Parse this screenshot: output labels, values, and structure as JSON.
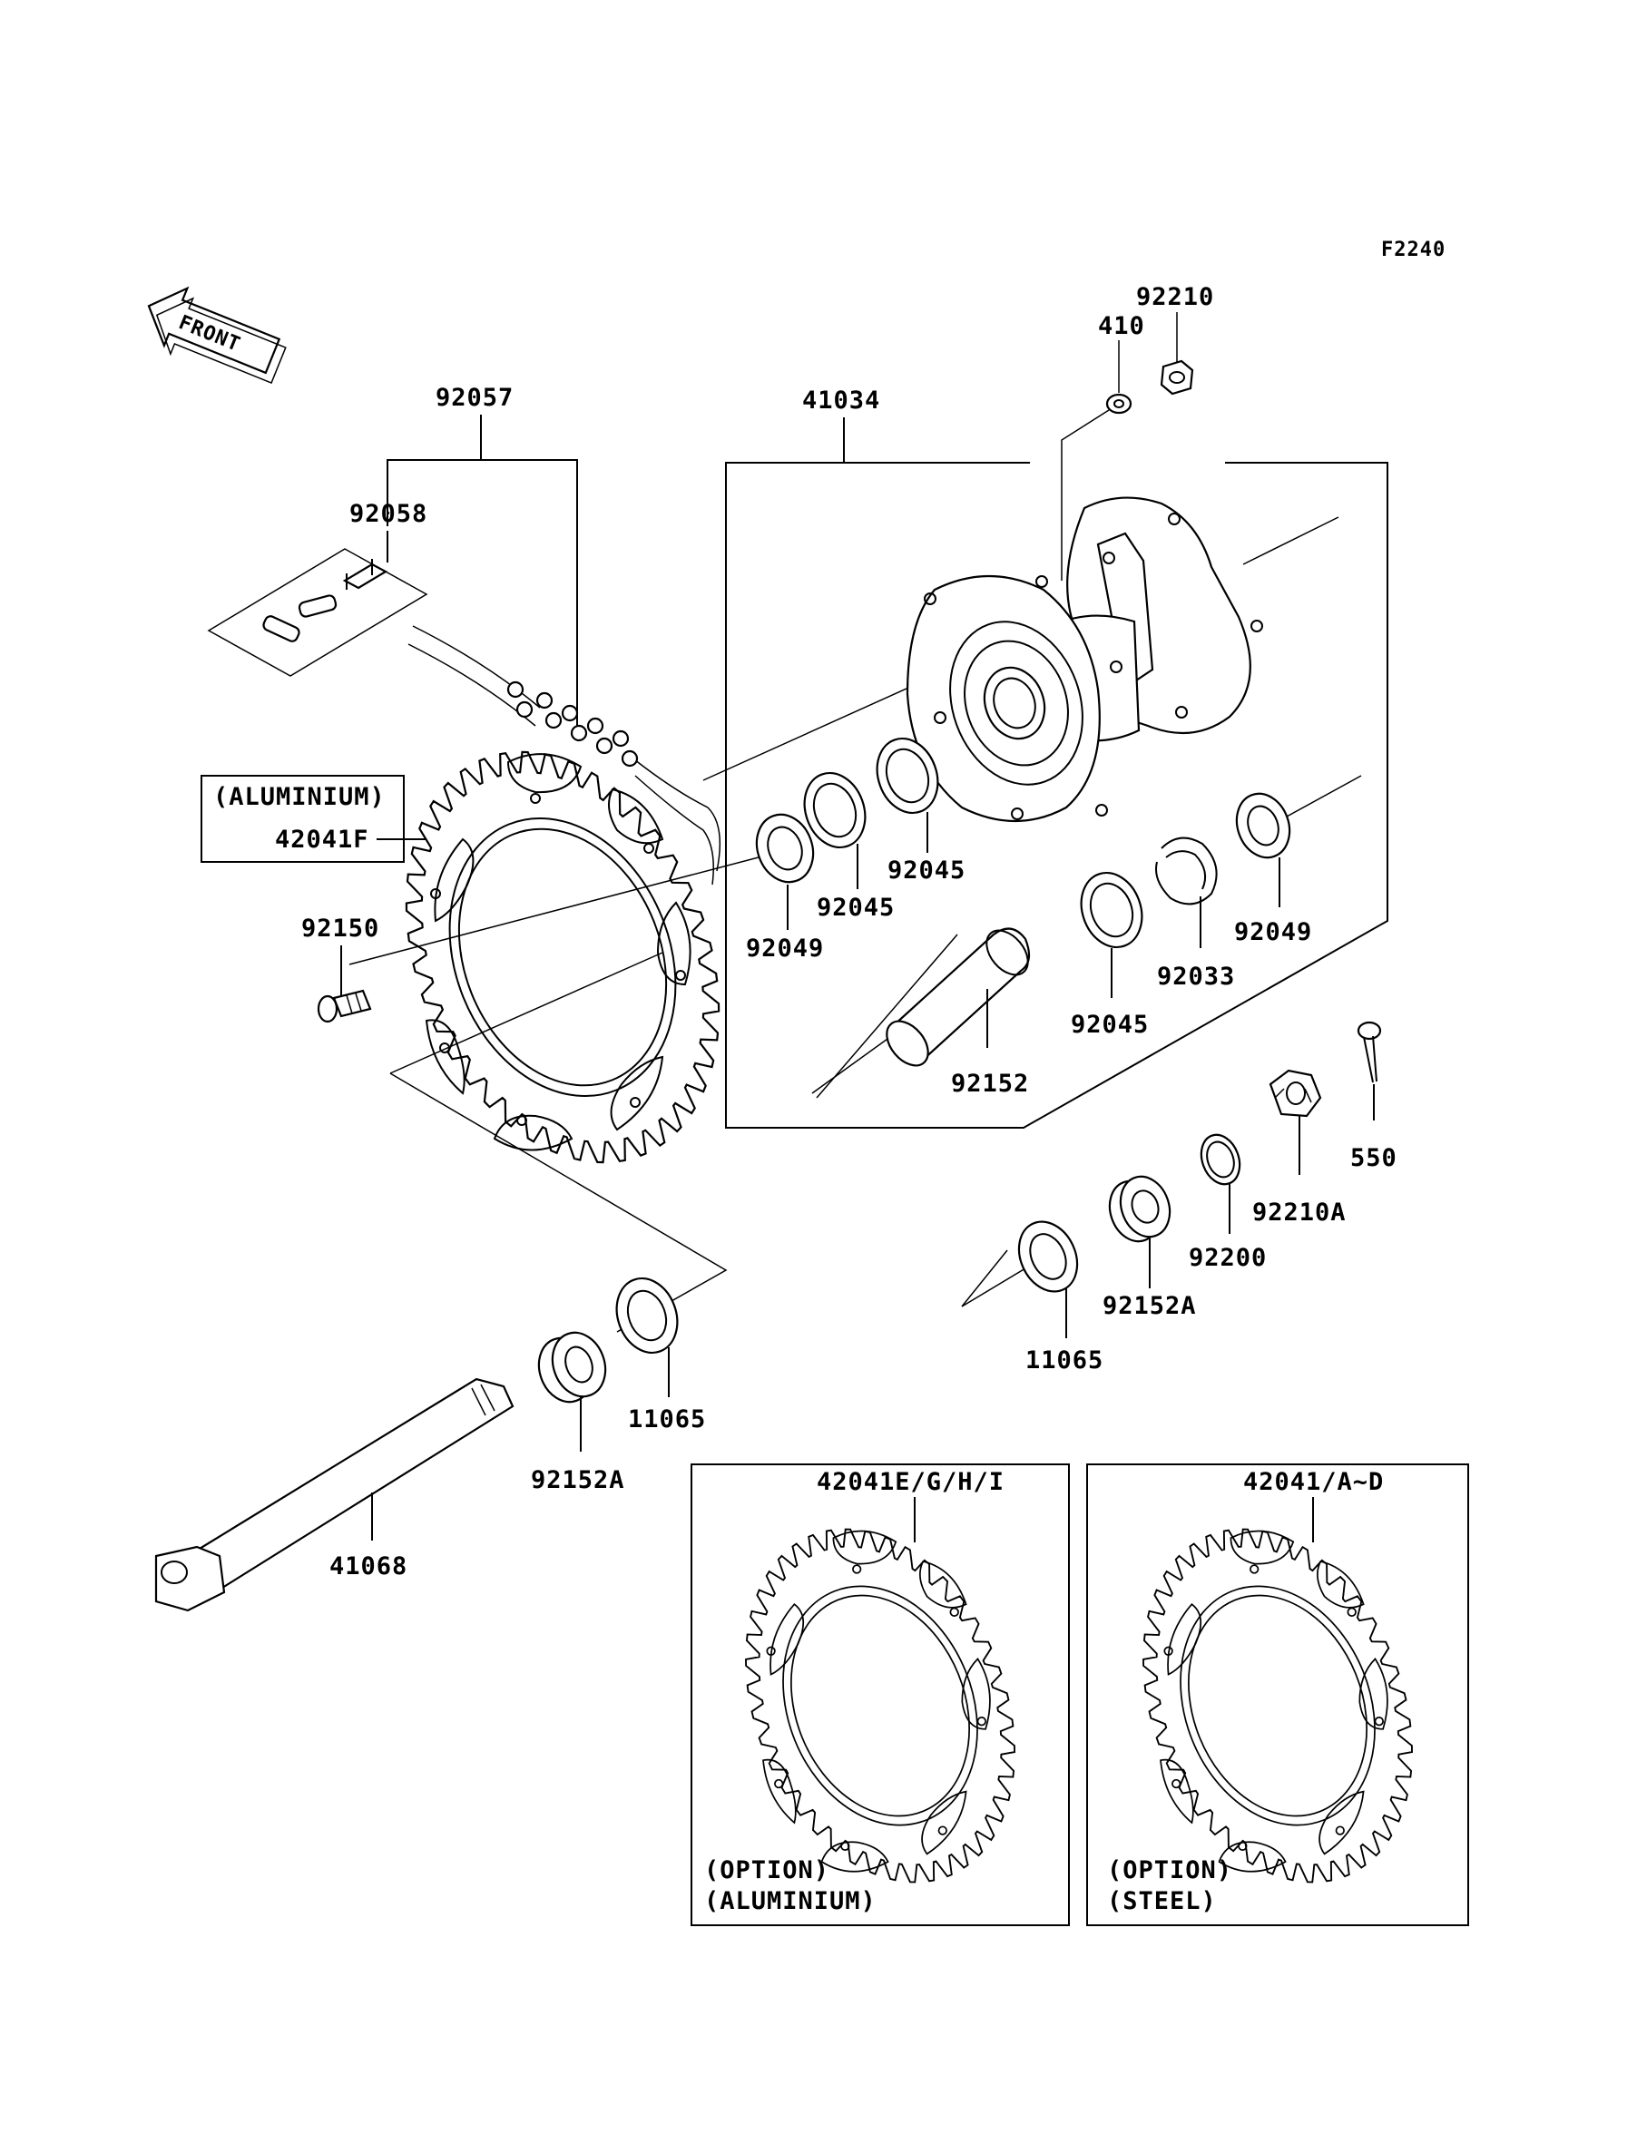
{
  "figure_code": "F2240",
  "direction_label": "FRONT",
  "parts": {
    "p92210": "92210",
    "p410": "410",
    "p41034": "41034",
    "p92057": "92057",
    "p92058": "92058",
    "aluminium_note": "(ALUMINIUM)",
    "p42041F": "42041F",
    "p92150": "92150",
    "p92049_left": "92049",
    "p92045_a": "92045",
    "p92045_b": "92045",
    "p92045_c": "92045",
    "p92033": "92033",
    "p92049_right": "92049",
    "p92152": "92152",
    "p550": "550",
    "p92210A": "92210A",
    "p92200": "92200",
    "p92152A_right": "92152A",
    "p11065_right": "11065",
    "p11065_left": "11065",
    "p92152A_left": "92152A",
    "p41068": "41068"
  },
  "options": {
    "left": {
      "part": "42041E/G/H/I",
      "line1": "(OPTION)",
      "line2": "(ALUMINIUM)"
    },
    "right": {
      "part": "42041/A~D",
      "line1": "(OPTION)",
      "line2": "(STEEL)"
    }
  }
}
